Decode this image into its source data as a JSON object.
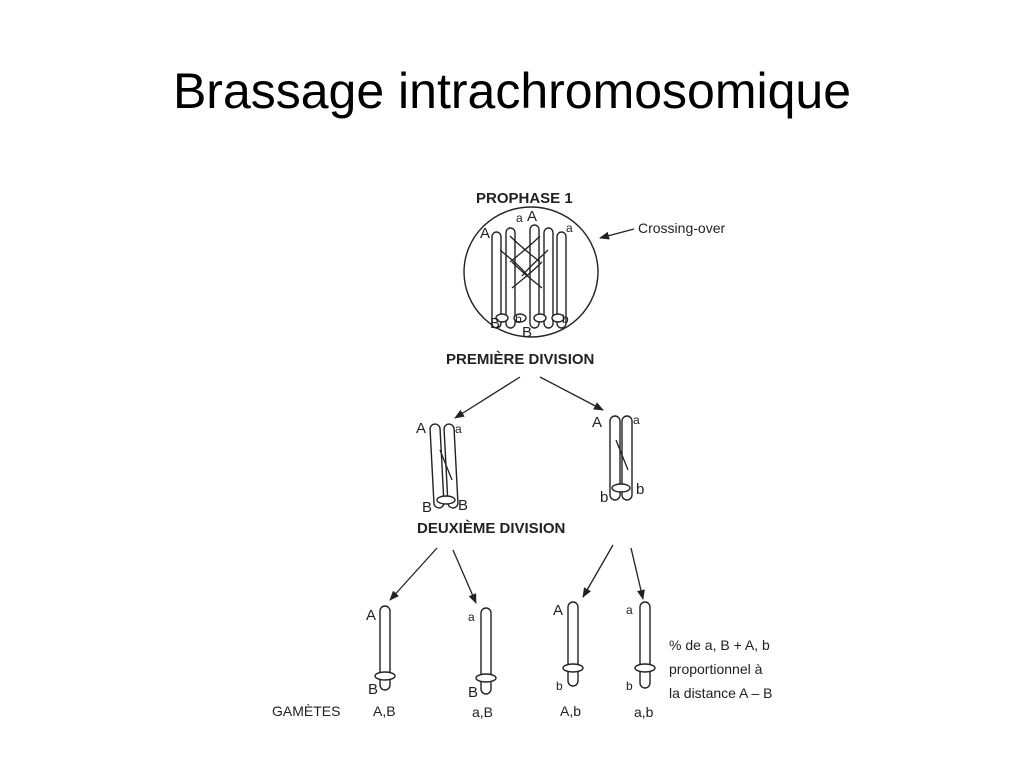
{
  "slide": {
    "title": "Brassage intrachromosomique"
  },
  "diagram": {
    "prophase_label": "PROPHASE 1",
    "crossing_over_label": "Crossing-over",
    "first_division_label": "PREMIÈRE DIVISION",
    "second_division_label": "DEUXIÈME DIVISION",
    "gametes_label": "GAMÈTES",
    "prophase_alleles": {
      "top_1": "A",
      "top_2": "a",
      "top_3": "A",
      "top_4": "a",
      "bottom_1": "B",
      "bottom_2": "b",
      "bottom_3": "B",
      "bottom_4": "b"
    },
    "division1_left": {
      "top_left": "A",
      "top_right": "a",
      "bottom_left": "B",
      "bottom_right": "B"
    },
    "division1_right": {
      "top_left": "A",
      "top_right": "a",
      "bottom_left": "b",
      "bottom_right": "b"
    },
    "gametes": [
      {
        "top": "A",
        "bottom": "B",
        "label": "A,B"
      },
      {
        "top": "a",
        "bottom": "B",
        "label": "a,B"
      },
      {
        "top": "A",
        "bottom": "b",
        "label": "A,b"
      },
      {
        "top": "a",
        "bottom": "b",
        "label": "a,b"
      }
    ],
    "note_lines": [
      "% de a, B + A, b",
      "proportionnel à",
      "la distance A – B"
    ]
  }
}
